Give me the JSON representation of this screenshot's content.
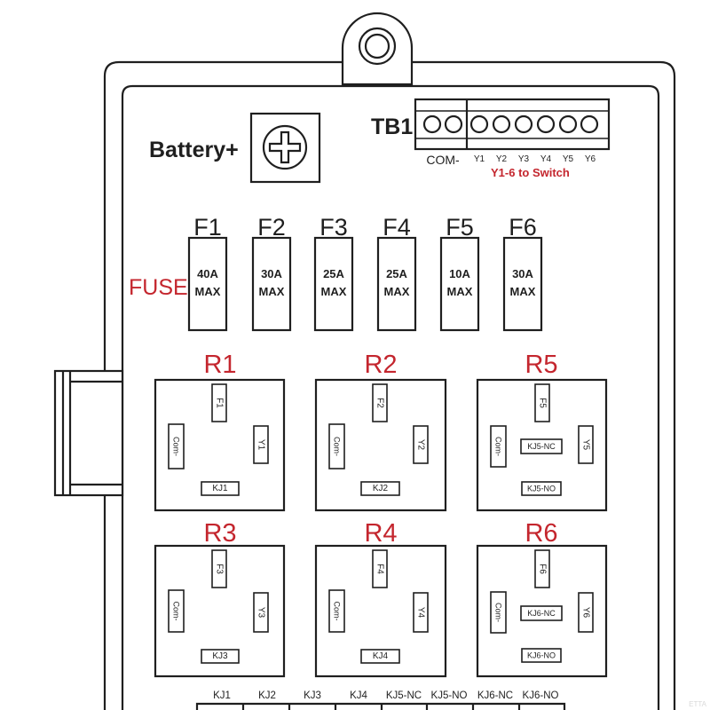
{
  "colors": {
    "line": "#1f1f1f",
    "accent": "#c4262e",
    "background": "#ffffff",
    "watermark": "#d9d9d9"
  },
  "battery": {
    "label": "Battery+",
    "icon": "screw-terminal-icon"
  },
  "terminal_block": {
    "label": "TB1",
    "com_label": "COM-",
    "pins": [
      "Y1",
      "Y2",
      "Y3",
      "Y4",
      "Y5",
      "Y6"
    ],
    "note": "Y1-6 to Switch"
  },
  "fuse_section": {
    "label": "FUSE",
    "max_label": "MAX",
    "fuses": [
      {
        "name": "F1",
        "rating": "40A"
      },
      {
        "name": "F2",
        "rating": "30A"
      },
      {
        "name": "F3",
        "rating": "25A"
      },
      {
        "name": "F4",
        "rating": "25A"
      },
      {
        "name": "F5",
        "rating": "10A"
      },
      {
        "name": "F6",
        "rating": "30A"
      }
    ]
  },
  "relays": [
    {
      "name": "R1",
      "top": "F1",
      "left": "Com-",
      "right": "Y1",
      "bottom": "KJ1"
    },
    {
      "name": "R2",
      "top": "F2",
      "left": "Com-",
      "right": "Y2",
      "bottom": "KJ2"
    },
    {
      "name": "R5",
      "top": "F5",
      "left": "Com-",
      "right": "Y5",
      "middle": "KJ5-NC",
      "bottom": "KJ5-NO"
    },
    {
      "name": "R3",
      "top": "F3",
      "left": "Com-",
      "right": "Y3",
      "bottom": "KJ3"
    },
    {
      "name": "R4",
      "top": "F4",
      "left": "Com-",
      "right": "Y4",
      "bottom": "KJ4"
    },
    {
      "name": "R6",
      "top": "F6",
      "left": "Com-",
      "right": "Y6",
      "middle": "KJ6-NC",
      "bottom": "KJ6-NO"
    }
  ],
  "output_terminals": [
    "KJ1",
    "KJ2",
    "KJ3",
    "KJ4",
    "KJ5-NC",
    "KJ5-NO",
    "KJ6-NC",
    "KJ6-NO"
  ],
  "watermark": "ETTA"
}
